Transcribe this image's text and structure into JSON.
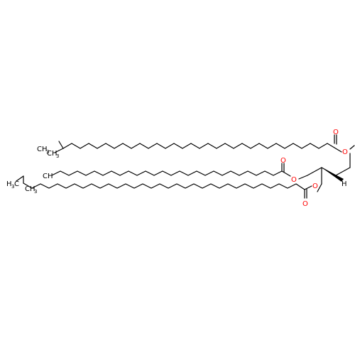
{
  "molecule": {
    "atom_labels": {
      "ester_top_carbonyl_o": "O",
      "ester_top_ether_o": "O",
      "ester_mid_carbonyl_o": "O",
      "ester_mid_ether_o": "O",
      "ester_bot_carbonyl_o": "O",
      "ester_bot_ether_o": "O",
      "stereo_h": "H",
      "chain_top_ch3": "CH",
      "chain_top_ch3_sub": "3",
      "chain_mid_ch3": "CH",
      "chain_mid_ch3_sub": "3",
      "chain_bot_h3c": "H",
      "chain_bot_h3c_sub": "3",
      "chain_bot_h3c_c": "C",
      "chain_bot_ch3": "CH",
      "chain_bot_ch3_sub": "3"
    },
    "colors": {
      "bond": "#000000",
      "oxygen": "#ff0000",
      "carbon": "#000000"
    }
  }
}
